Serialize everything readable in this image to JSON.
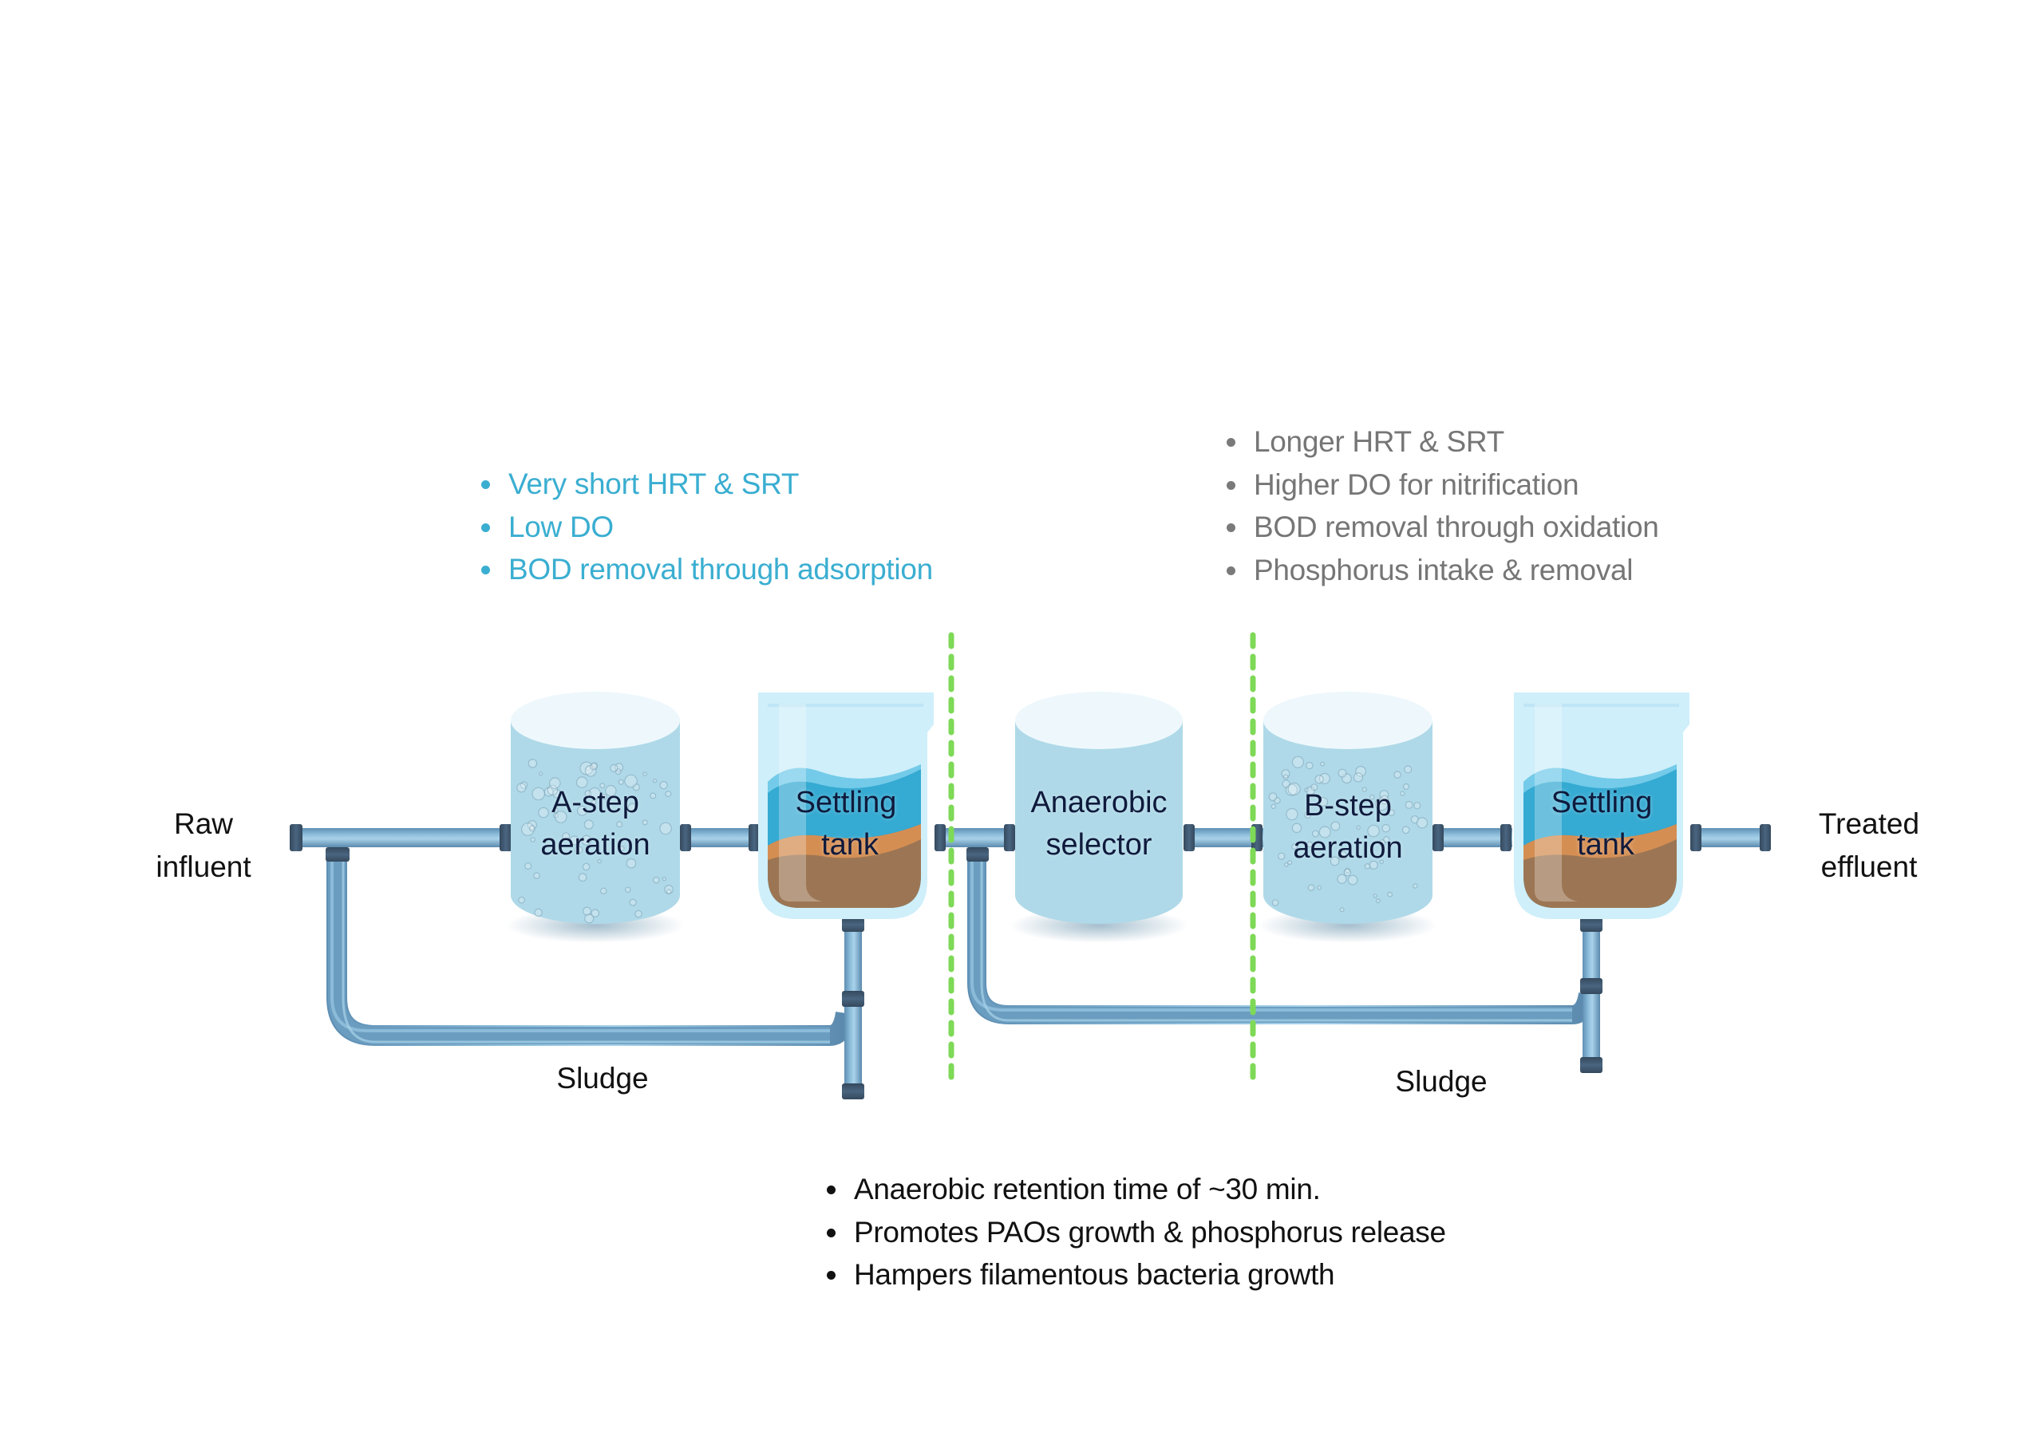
{
  "diagram": {
    "title": "",
    "flow_endpoints": {
      "influent_label_line1": "Raw",
      "influent_label_line2": "influent",
      "effluent_label_line1": "Treated",
      "effluent_label_line2": "effluent"
    },
    "units": [
      {
        "id": "a-step",
        "type": "aeration-cylinder",
        "line1": "A-step",
        "line2": "aeration",
        "has_bubbles": true
      },
      {
        "id": "settling-1",
        "type": "settling-tank",
        "line1": "Settling",
        "line2": "tank"
      },
      {
        "id": "anaerobic",
        "type": "cylinder",
        "line1": "Anaerobic",
        "line2": "selector",
        "has_bubbles": false
      },
      {
        "id": "b-step",
        "type": "aeration-cylinder",
        "line1": "B-step",
        "line2": "aeration",
        "has_bubbles": true
      },
      {
        "id": "settling-2",
        "type": "settling-tank",
        "line1": "Settling",
        "line2": "tank"
      }
    ],
    "sludge_labels": [
      "Sludge",
      "Sludge"
    ],
    "notes": {
      "a_step": {
        "color": "#3aaed1",
        "items": [
          "Very short HRT & SRT",
          "Low DO",
          "BOD removal through adsorption"
        ]
      },
      "b_step": {
        "color": "#767676",
        "items": [
          "Longer HRT & SRT",
          "Higher DO for nitrification",
          "BOD removal through oxidation",
          "Phosphorus intake & removal"
        ]
      },
      "anaerobic": {
        "color": "#111111",
        "items": [
          "Anaerobic retention time of ~30 min.",
          "Promotes PAOs growth & phosphorus release",
          "Hampers filamentous bacteria growth"
        ]
      }
    },
    "colors": {
      "stage_divider": "#7ed957",
      "cylinder_body": "#afd9e8",
      "cylinder_top": "#eef8fc",
      "pipe": "#6fa2c6",
      "pipe_cap": "#3f5870",
      "tank_glass": "#cfeffa",
      "water": "#35aad2",
      "sludge": "#9c7654",
      "sludge_top": "#d58e52"
    }
  }
}
